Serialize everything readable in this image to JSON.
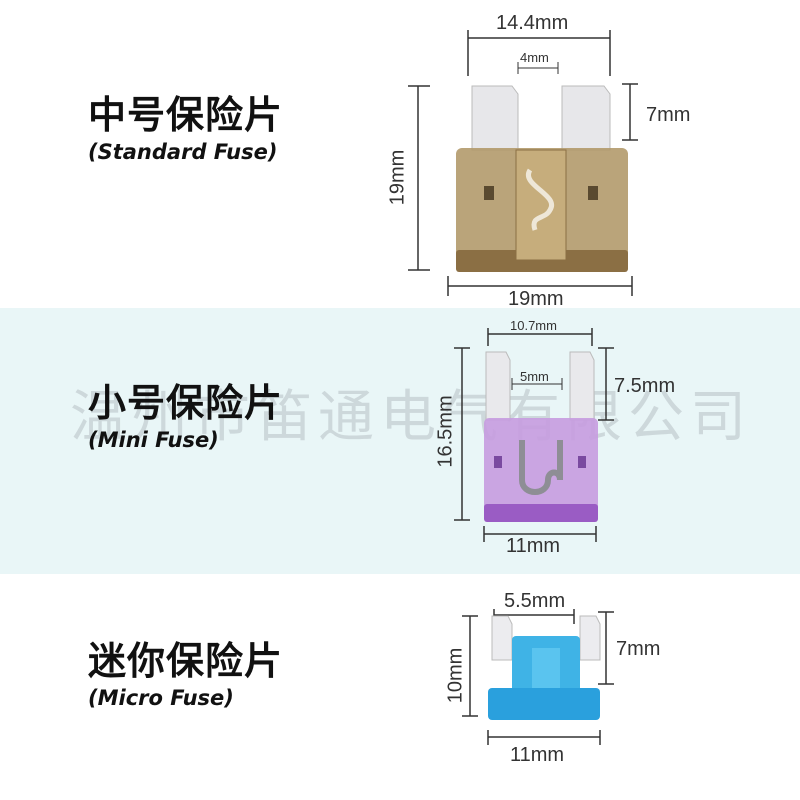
{
  "watermark": "温州市笛通电气有限公司",
  "sections": {
    "standard": {
      "title_cn": "中号保险片",
      "title_en": "(Standard Fuse)",
      "dims": {
        "top_width": "14.4mm",
        "gap": "4mm",
        "height": "19mm",
        "blade": "7mm",
        "bottom_width": "19mm"
      },
      "color": "#b39a6b"
    },
    "mini": {
      "title_cn": "小号保险片",
      "title_en": "(Mini Fuse)",
      "dims": {
        "top_width": "10.7mm",
        "gap": "5mm",
        "height": "16.5mm",
        "blade": "7.5mm",
        "bottom_width": "11mm"
      },
      "color": "#c79de0"
    },
    "micro": {
      "title_cn": "迷你保险片",
      "title_en": "(Micro Fuse)",
      "dims": {
        "top_width": "5.5mm",
        "height": "10mm",
        "blade": "7mm",
        "bottom_width": "11mm"
      },
      "color": "#3fb3e6"
    }
  }
}
